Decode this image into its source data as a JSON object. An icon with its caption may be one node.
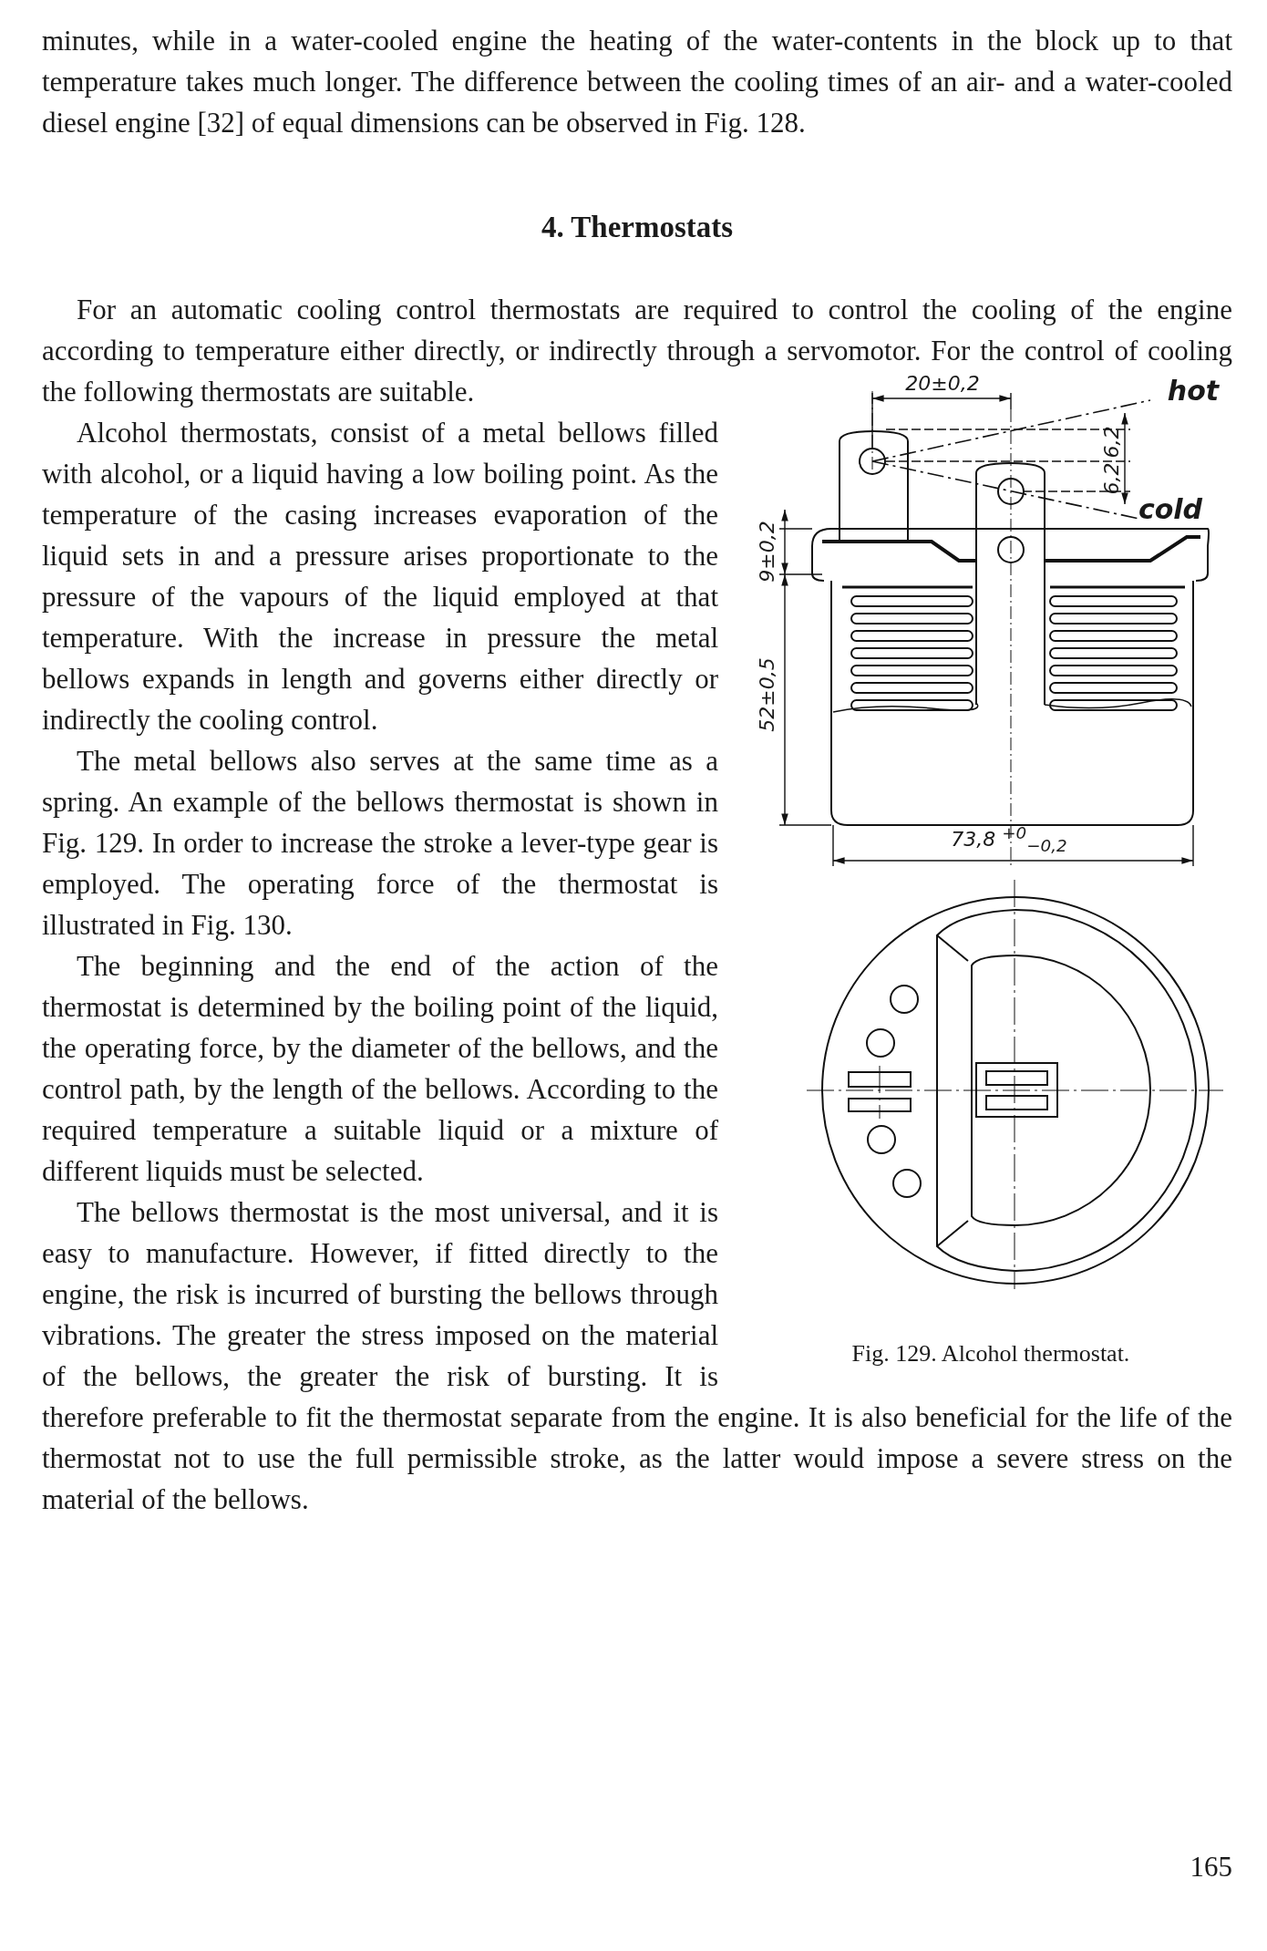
{
  "diagram": {
    "title": "4. Thermostats",
    "caption": "Fig. 129. Alcohol thermostat.",
    "labels": [
      "minutes, while in a water-cooled engine the heating of the water-contents in the block up to that temperature takes much longer. The difference between the cooling times of an air- and a water-cooled diesel engine [32] of equal dimensions can be observed in Fig. 128.",
      "For an automatic cooling control thermostats are required to control the cooling of the engine according to temperature either directly, or indirectly through a servomotor. For the control of cooling the following thermostats are suitable.",
      "Alcohol thermostats, consist of a metal bellows filled with alcohol, or a liquid having a low boiling point. As the temperature of the casing increases evaporation of the liquid sets in and a pressure arises proportionate to the pressure of the vapours of the liquid employed at that temperature. With the increase in pressure the metal bellows expands in length and governs either directly or indirectly the cooling control.",
      "The metal bellows also serves at the same time as a spring. An example of the bellows thermostat is shown in Fig. 129. In order to increase the stroke a lever-type gear is employed. The operating force of the thermostat is illustrated in Fig. 130.",
      "The beginning and the end of the action of the thermostat is determined by the boiling point of the liquid, the operating force, by the diameter of the bellows, and the control path, by the length of the bellows. According to the required temperature a suitable liquid or a mixture of different liquids must be selected.",
      "20±0,2",
      "hot",
      "6,2",
      "6,2",
      "cold",
      "9±0,2",
      "52±0,5",
      "73,8 $^{+0}$$_{−0,2}$",
      "The bellows thermostat is the most universal, and it is easy to manufacture. However, if fitted directly to the engine, the risk is incurred of bursting the bellows through vibrations. The greater the stress imposed on the material of the bellows, the greater the risk of bursting. It is therefore preferable to fit the thermostat separate from the engine. It is also beneficial for the life of the thermostat not to use the full permissible stroke, as the latter would impose a severe stress on the material of the bellows.",
      "165"
    ]
  }
}
